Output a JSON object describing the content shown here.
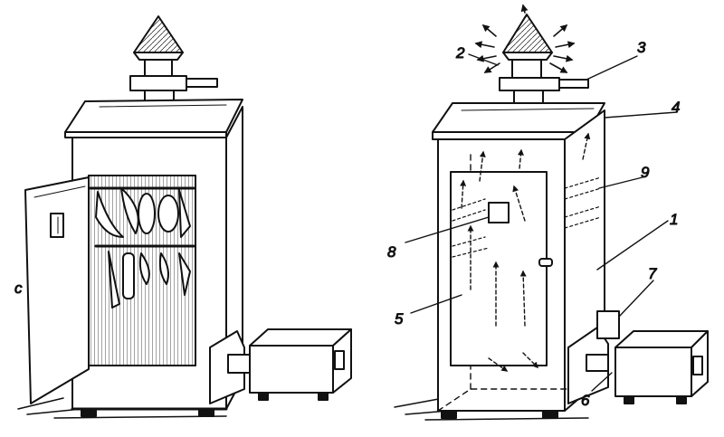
{
  "figure": {
    "ink_color": "#111111",
    "paper_color": "#ffffff",
    "left_unit": {
      "door_state": "open",
      "edge_mark": "c"
    },
    "right_unit": {
      "door_state": "closed",
      "callouts": [
        "1",
        "2",
        "3",
        "4",
        "5",
        "6",
        "7",
        "8",
        "9"
      ]
    }
  }
}
